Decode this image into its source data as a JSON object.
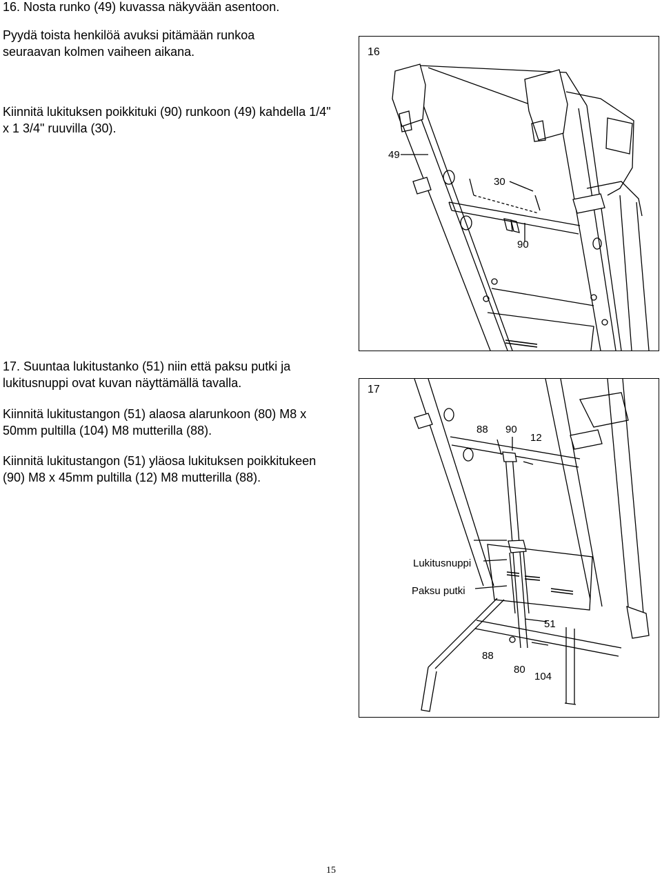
{
  "step16": {
    "heading": "16. Nosta runko (49) kuvassa näkyvään asentoon.",
    "help_line1": "Pyydä toista henkilöä avuksi pitämään runkoa",
    "help_line2": "seuraavan kolmen vaiheen aikana.",
    "instr_line1": "Kiinnitä lukituksen poikkituki (90) runkoon (49) kahdella 1/4\"",
    "instr_line2": "x 1 3/4\" ruuvilla (30)."
  },
  "figure16": {
    "number": "16",
    "callouts": [
      "49",
      "30",
      "90"
    ]
  },
  "step17": {
    "heading_line1": "17. Suuntaa lukitustanko (51) niin että paksu putki ja",
    "heading_line2": "lukitusnuppi ovat kuvan näyttämällä tavalla.",
    "p1_line1": "Kiinnitä lukitustangon (51) alaosa alarunkoon (80) M8 x",
    "p1_line2": "50mm pultilla (104) M8 mutterilla (88).",
    "p2_line1": "Kiinnitä lukitustangon (51) yläosa lukituksen poikkitukeen",
    "p2_line2": "(90) M8 x 45mm pultilla (12) M8 mutterilla (88)."
  },
  "figure17": {
    "number": "17",
    "callouts": [
      "88",
      "90",
      "12",
      "51",
      "88",
      "80",
      "104"
    ],
    "label_knob": "Lukitusnuppi",
    "label_tube": "Paksu putki"
  },
  "page_number": "15"
}
